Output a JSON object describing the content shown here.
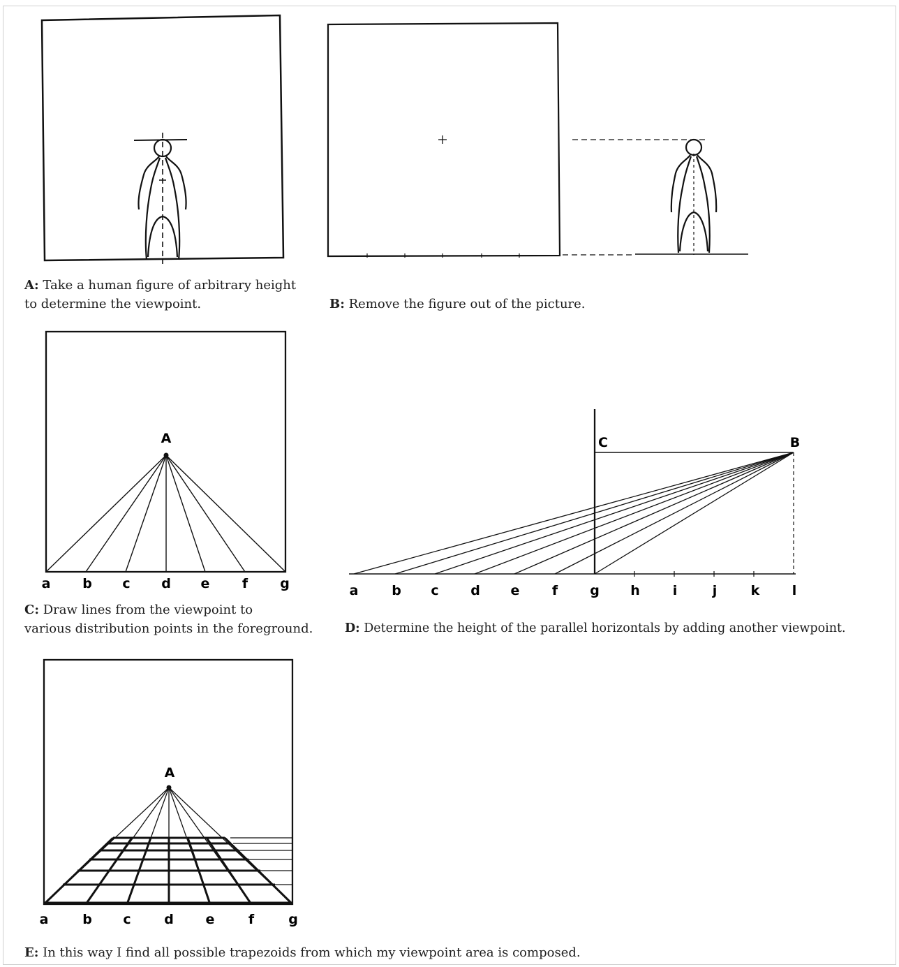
{
  "panels": {
    "A": {
      "letter": "A:",
      "caption_lines": [
        "Take a human figure of arbitrary height",
        "to determine the viewpoint."
      ]
    },
    "B": {
      "letter": "B:",
      "caption": "Remove the figure out of the picture."
    },
    "C": {
      "letter": "C:",
      "caption_lines": [
        "Draw lines from the viewpoint to",
        "various distribution points in the foreground."
      ],
      "viewpoint_label": "A",
      "point_labels": [
        "a",
        "b",
        "c",
        "d",
        "e",
        "f",
        "g"
      ]
    },
    "D": {
      "letter": "D:",
      "caption": "Determine the height of the parallel horizontals by adding another viewpoint.",
      "label_c": "C",
      "label_b": "B",
      "point_labels": [
        "a",
        "b",
        "c",
        "d",
        "e",
        "f",
        "g",
        "h",
        "i",
        "j",
        "k",
        "l"
      ]
    },
    "E": {
      "letter": "E:",
      "caption": "In this way I find all possible trapezoids from which my viewpoint area is composed.",
      "viewpoint_label": "A",
      "point_labels": [
        "a",
        "b",
        "c",
        "d",
        "e",
        "f",
        "g"
      ]
    }
  },
  "style": {
    "ink": "#111111",
    "caption_color": "#1e1e1e",
    "frame_border": "#cfcfcf"
  }
}
